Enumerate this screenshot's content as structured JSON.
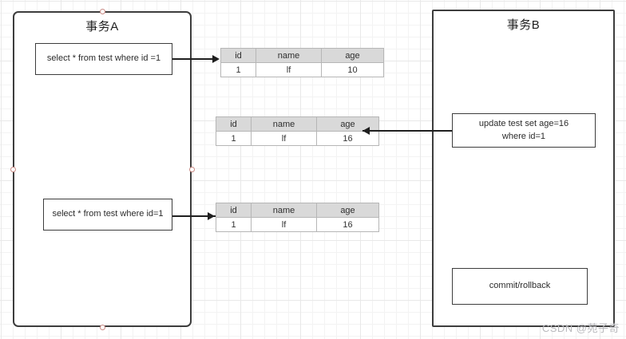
{
  "diagram": {
    "lanes": [
      {
        "id": "a",
        "title": "事务A"
      },
      {
        "id": "b",
        "title": "事务B"
      }
    ],
    "statements": {
      "select_1": "select * from test where id =1",
      "select_2": "select * from test where id=1",
      "update": "update test set age=16\nwhere id=1",
      "commit": "commit/rollback"
    },
    "tables": [
      {
        "name": "result-table-first-read",
        "headers": [
          "id",
          "name",
          "age"
        ],
        "rows": [
          [
            "1",
            "lf",
            "10"
          ]
        ]
      },
      {
        "name": "result-table-after-update",
        "headers": [
          "id",
          "name",
          "age"
        ],
        "rows": [
          [
            "1",
            "lf",
            "16"
          ]
        ]
      },
      {
        "name": "result-table-second-read",
        "headers": [
          "id",
          "name",
          "age"
        ],
        "rows": [
          [
            "1",
            "lf",
            "16"
          ]
        ]
      }
    ],
    "watermark": "CSDN @苑子奇",
    "colors": {
      "lane_border": "#3d3d3d",
      "table_header_bg": "#d9d9d9",
      "table_border": "#b6b6b6",
      "connector": "#1f1f1f",
      "handle_border": "#c98a84",
      "grid_minor": "#f3f3f3",
      "grid_major": "#e8e8e8",
      "watermark": "#b9b9bd"
    }
  }
}
